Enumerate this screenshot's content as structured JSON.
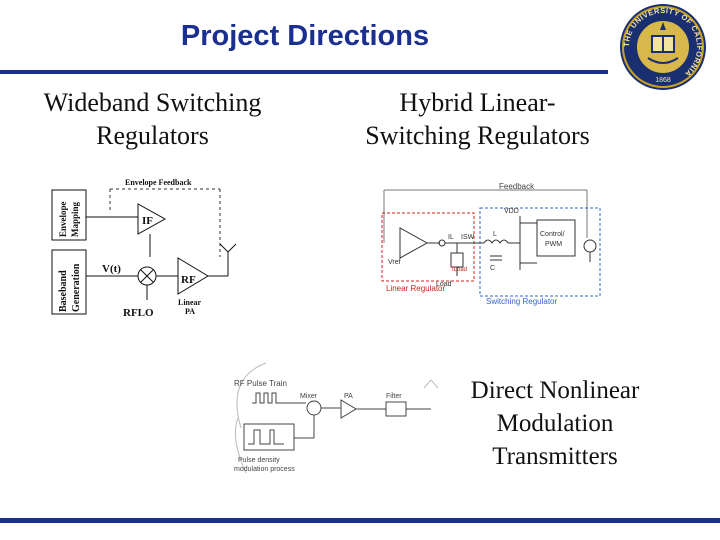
{
  "slide": {
    "title": "Project Directions",
    "left_heading": [
      "Wideband Switching",
      "Regulators"
    ],
    "middle_heading": [
      "Hybrid Linear-",
      "Switching Regulators"
    ],
    "right_heading": [
      "Direct Nonlinear",
      "Modulation",
      "Transmitters"
    ]
  },
  "seal": {
    "ring_text": "THE UNIVERSITY OF CALIFORNIA",
    "year": "1868"
  },
  "diagram_left": {
    "envelope_feedback": "Envelope Feedback",
    "envelope_mapping": [
      "Envelope",
      "Mapping"
    ],
    "baseband_generation": [
      "Baseband",
      "Generation"
    ],
    "if_label": "IF",
    "v_label": "V(t)",
    "rf_label": "RF",
    "rflo_label": "RFLO",
    "linear_pa": [
      "Linear",
      "PA"
    ]
  },
  "diagram_middle": {
    "feedback": "Feedback",
    "vdd": "VDD",
    "control": [
      "Control/",
      "PWM"
    ],
    "vref": "Vref",
    "linear_regulator": "Linear Regulator",
    "switching_regulator": "Switching Regulator",
    "load": "Load",
    "iload": "ILoad",
    "il": "IL",
    "isw": "ISW",
    "l": "L",
    "c": "C"
  },
  "diagram_bottom": {
    "rf_pulse_train": "RF Pulse Train",
    "mixer": "Mixer",
    "pa": "PA",
    "filter": "Filter",
    "pulse_density": [
      "Pulse density",
      "modulation process"
    ]
  }
}
